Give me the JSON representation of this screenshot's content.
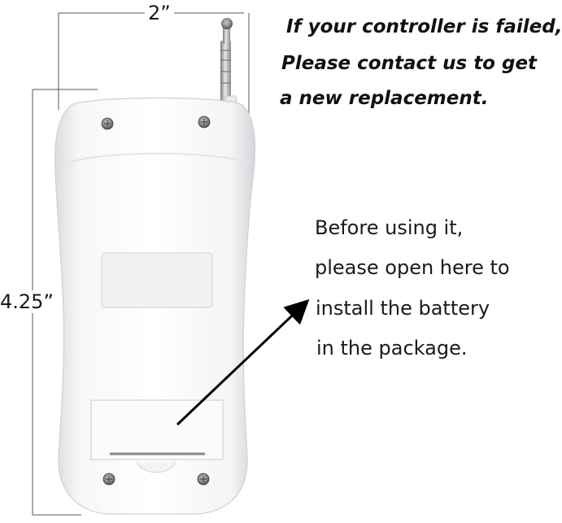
{
  "dimensions": {
    "width_label": "2”",
    "height_label": "4.25”"
  },
  "notice": {
    "line1": "If your controller is failed,",
    "line2": "Please contact us to get",
    "line3": "a new replacement."
  },
  "battery_note": {
    "line1": "Before using it,",
    "line2": "please open here to",
    "line3": "install the battery",
    "line4": "in the package."
  },
  "colors": {
    "body": "#f4f4f6",
    "body_shadow": "#d8d8dc",
    "screw": "#6e6e70",
    "antenna": "#a9a9ad",
    "text": "#111111",
    "arrow": "#000000"
  }
}
